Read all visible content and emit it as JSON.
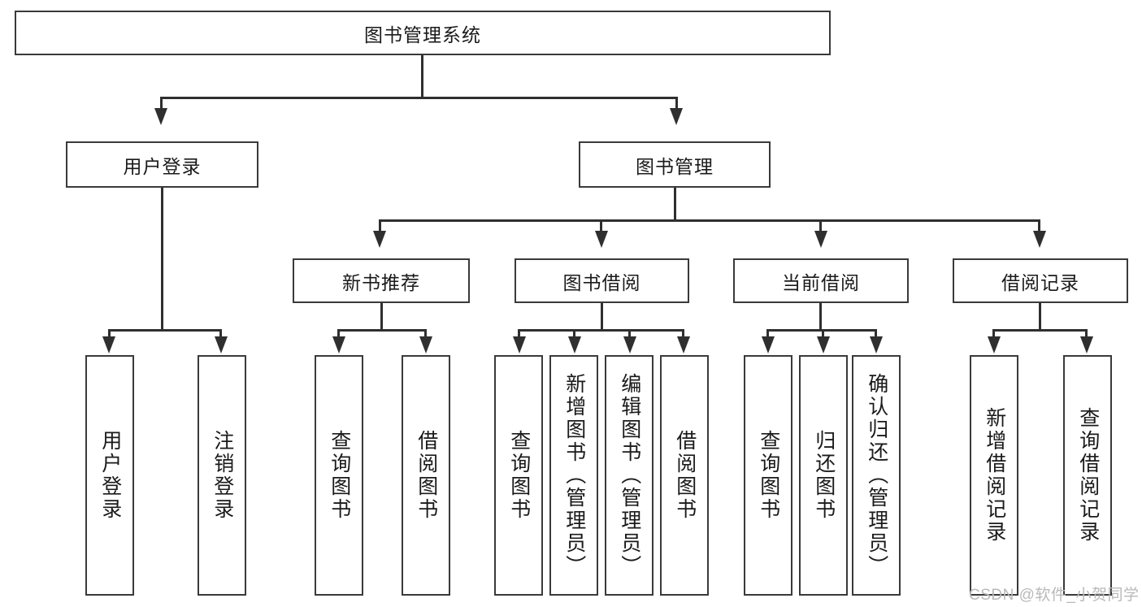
{
  "diagram": {
    "title": "图书管理系统",
    "type": "hierarchical-tree",
    "root": {
      "label": "图书管理系统"
    },
    "level2": [
      {
        "label": "用户登录"
      },
      {
        "label": "图书管理"
      }
    ],
    "level3": [
      {
        "label": "新书推荐"
      },
      {
        "label": "图书借阅"
      },
      {
        "label": "当前借阅"
      },
      {
        "label": "借阅记录"
      }
    ],
    "leaves": {
      "user_login": [
        {
          "label": "用户登录"
        },
        {
          "label": "注销登录"
        }
      ],
      "new_book_recommend": [
        {
          "label": "查询图书"
        },
        {
          "label": "借阅图书"
        }
      ],
      "book_borrow": [
        {
          "label": "查询图书"
        },
        {
          "label": "新增图书（管理员）"
        },
        {
          "label": "编辑图书（管理员）"
        },
        {
          "label": "借阅图书"
        }
      ],
      "current_borrow": [
        {
          "label": "查询图书"
        },
        {
          "label": "归还图书"
        },
        {
          "label": "确认归还（管理员）"
        }
      ],
      "borrow_record": [
        {
          "label": "新增借阅记录"
        },
        {
          "label": "查询借阅记录"
        }
      ]
    }
  },
  "watermark": {
    "text": "CSDN @软件_小贺同学"
  },
  "colors": {
    "box_border": "#3a3a3a",
    "line": "#2f2f2f",
    "text": "#1a1a1a",
    "background": "#ffffff",
    "watermark": "#b9b9b9"
  }
}
